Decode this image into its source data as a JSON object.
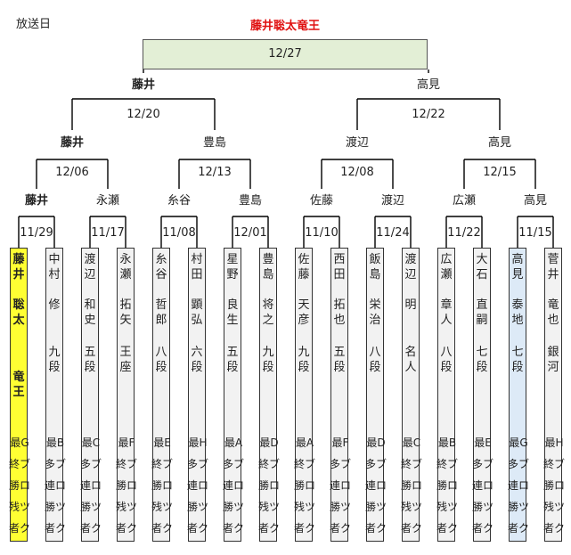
{
  "broadcast_label": "放送日",
  "champion": "藤井聡太竜王",
  "final_date": "12/27",
  "final_players": [
    "藤井",
    "高見"
  ],
  "semi_dates": [
    "12/20",
    "12/22"
  ],
  "quarter_players": [
    "藤井",
    "豊島",
    "渡辺",
    "高見"
  ],
  "quarter_dates": [
    "12/06",
    "12/13",
    "12/08",
    "12/15"
  ],
  "r2_players": [
    "藤井",
    "永瀬",
    "糸谷",
    "豊島",
    "佐藤",
    "渡辺",
    "広瀬",
    "高見"
  ],
  "r1_dates": [
    "11/29",
    "11/17",
    "11/08",
    "12/01",
    "11/10",
    "11/24",
    "11/22",
    "11/15"
  ],
  "players": [
    {
      "name": "藤井聡太",
      "title": "竜王",
      "cond": [
        "最G",
        "終ブ",
        "勝ロ",
        "残ツ",
        "者ク"
      ]
    },
    {
      "name": "中村修",
      "title": "九段",
      "cond": [
        "最B",
        "多ブ",
        "連ロ",
        "勝ツ",
        "者ク"
      ]
    },
    {
      "name": "渡辺和史",
      "title": "五段",
      "cond": [
        "最C",
        "多ブ",
        "連ロ",
        "勝ツ",
        "者ク"
      ]
    },
    {
      "name": "永瀬拓矢",
      "title": "王座",
      "cond": [
        "最F",
        "終ブ",
        "勝ロ",
        "残ツ",
        "者ク"
      ]
    },
    {
      "name": "糸谷哲郎",
      "title": "八段",
      "cond": [
        "最E",
        "終ブ",
        "勝ロ",
        "残ツ",
        "者ク"
      ]
    },
    {
      "name": "村田顕弘",
      "title": "六段",
      "cond": [
        "最H",
        "多ブ",
        "連ロ",
        "勝ツ",
        "者ク"
      ]
    },
    {
      "name": "星野良生",
      "title": "五段",
      "cond": [
        "最A",
        "多ブ",
        "連ロ",
        "勝ツ",
        "者ク"
      ]
    },
    {
      "name": "豊島将之",
      "title": "九段",
      "cond": [
        "最D",
        "終ブ",
        "勝ロ",
        "残ツ",
        "者ク"
      ]
    },
    {
      "name": "佐藤天彦",
      "title": "九段",
      "cond": [
        "最A",
        "終ブ",
        "勝ロ",
        "残ツ",
        "者ク"
      ]
    },
    {
      "name": "西田拓也",
      "title": "五段",
      "cond": [
        "最F",
        "多ブ",
        "連ロ",
        "勝ツ",
        "者ク"
      ]
    },
    {
      "name": "飯島栄治",
      "title": "八段",
      "cond": [
        "最D",
        "多ブ",
        "連ロ",
        "勝ツ",
        "者ク"
      ]
    },
    {
      "name": "渡辺明",
      "title": "名人",
      "cond": [
        "最C",
        "終ブ",
        "勝ロ",
        "残ツ",
        "者ク"
      ]
    },
    {
      "name": "広瀬章人",
      "title": "八段",
      "cond": [
        "最B",
        "終ブ",
        "勝ロ",
        "残ツ",
        "者ク"
      ]
    },
    {
      "name": "大石直嗣",
      "title": "七段",
      "cond": [
        "最E",
        "多ブ",
        "連ロ",
        "勝ツ",
        "者ク"
      ]
    },
    {
      "name": "高見泰地",
      "title": "七段",
      "cond": [
        "最G",
        "多ブ",
        "連ロ",
        "勝ツ",
        "者ク"
      ]
    },
    {
      "name": "菅井竜也",
      "title": "銀河",
      "cond": [
        "最H",
        "終ブ",
        "勝ロ",
        "残ツ",
        "者ク"
      ]
    }
  ]
}
